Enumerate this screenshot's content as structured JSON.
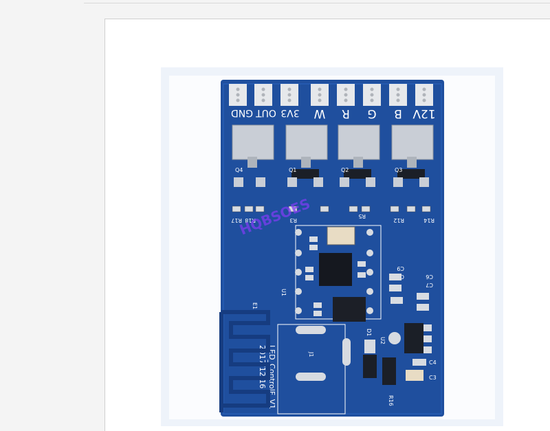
{
  "image": {
    "alt": "",
    "pin_labels": [
      "GND",
      "OUT",
      "3V3",
      "W",
      "R",
      "G",
      "B",
      "12V"
    ],
    "silkscreen": {
      "q4": "Q4",
      "q1": "Q1",
      "q2": "Q2",
      "q3": "Q3",
      "r17": "R17",
      "r18": "R18",
      "r3": "R3",
      "r5": "R5",
      "r12": "R12",
      "r14": "R14",
      "c8": "C8",
      "c9": "C9",
      "c6": "C6",
      "c7": "C7",
      "c4": "C4",
      "c3": "C3",
      "u1": "U1",
      "u2": "U2",
      "d1": "D1",
      "j1": "J1",
      "e1": "E1",
      "r16": "R16",
      "date": "2017/12/16",
      "board_name": "LED_ControlF_V1"
    },
    "watermark": "HQBSOES"
  },
  "colors": {
    "pcb": "#1f4f9e",
    "pcb_dark": "#163c80",
    "pad": "#c9ced6",
    "silk": "#ffffff",
    "watermark": "#7c3cf0"
  }
}
